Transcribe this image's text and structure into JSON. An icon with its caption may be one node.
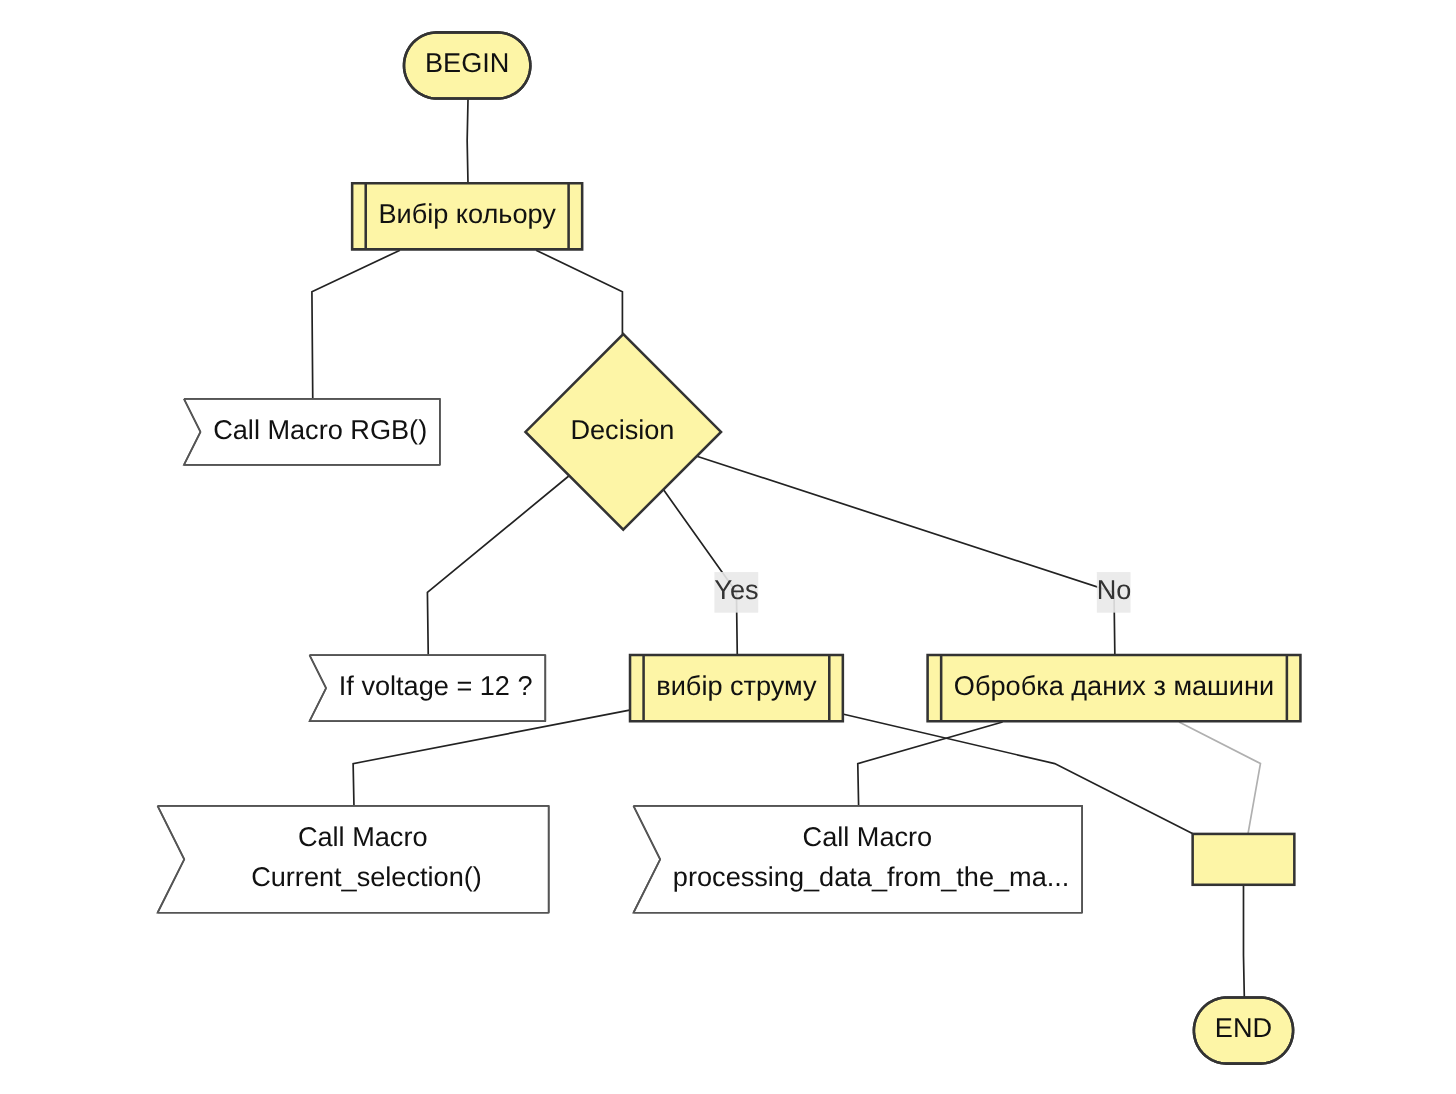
{
  "diagram": {
    "nodes": [
      {
        "text": [
          "BEGIN"
        ]
      },
      {
        "text": [
          "Вибір кольору"
        ]
      },
      {
        "text": [
          "Call Macro RGB()"
        ]
      },
      {
        "text": [
          "Decision"
        ]
      },
      {
        "text": [
          "If voltage = 12 ?"
        ]
      },
      {
        "text": [
          "вибір струму"
        ]
      },
      {
        "text": [
          "Call Macro Current_selection()"
        ]
      },
      {
        "text": [
          "Обробка даних з машини"
        ]
      },
      {
        "text": [
          "Call Macro processing_data_from_the_ma..."
        ]
      },
      {
        "text": [],
        "shape": "box"
      },
      {
        "text": [
          "END"
        ]
      }
    ],
    "edges": [
      {
        "from": 0,
        "to": 1,
        "arrow": "none"
      },
      {
        "from": 1,
        "to": 2,
        "arrow": "none"
      },
      {
        "from": 1,
        "to": 3,
        "arrow": "none"
      },
      {
        "from": 3,
        "to": 4,
        "arrow": "none"
      },
      {
        "from": 3,
        "to": 5,
        "arrow": "none",
        "label": "Yes"
      },
      {
        "from": 3,
        "to": 7,
        "arrow": "none",
        "label": "No"
      },
      {
        "from": 5,
        "to": 6,
        "arrow": "none"
      },
      {
        "from": 7,
        "to": 8,
        "arrow": "none"
      },
      {
        "from": 5,
        "to": 9,
        "arrow": "none"
      },
      {
        "from": 7,
        "to": 9,
        "arrow": "none",
        "color": "#b0b0b0"
      },
      {
        "from": 9,
        "to": 10,
        "arrow": "none"
      }
    ]
  }
}
